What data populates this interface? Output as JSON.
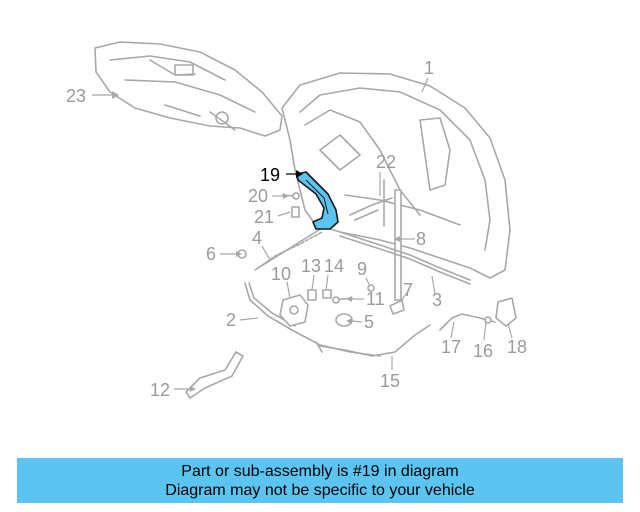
{
  "callouts": {
    "c1": "1",
    "c2": "2",
    "c3": "3",
    "c4": "4",
    "c5": "5",
    "c6": "6",
    "c7": "7",
    "c8": "8",
    "c9": "9",
    "c10": "10",
    "c11": "11",
    "c12": "12",
    "c13": "13",
    "c14": "14",
    "c15": "15",
    "c16": "16",
    "c17": "17",
    "c18": "18",
    "c19": "19",
    "c20": "20",
    "c21": "21",
    "c22": "22",
    "c23": "23"
  },
  "highlight": {
    "part": "19",
    "color": "#5bc4f0"
  },
  "banner": {
    "line1": "Part or sub-assembly is #19 in diagram",
    "line2": "Diagram may not be specific to your vehicle",
    "background": "#5bc4f0"
  }
}
